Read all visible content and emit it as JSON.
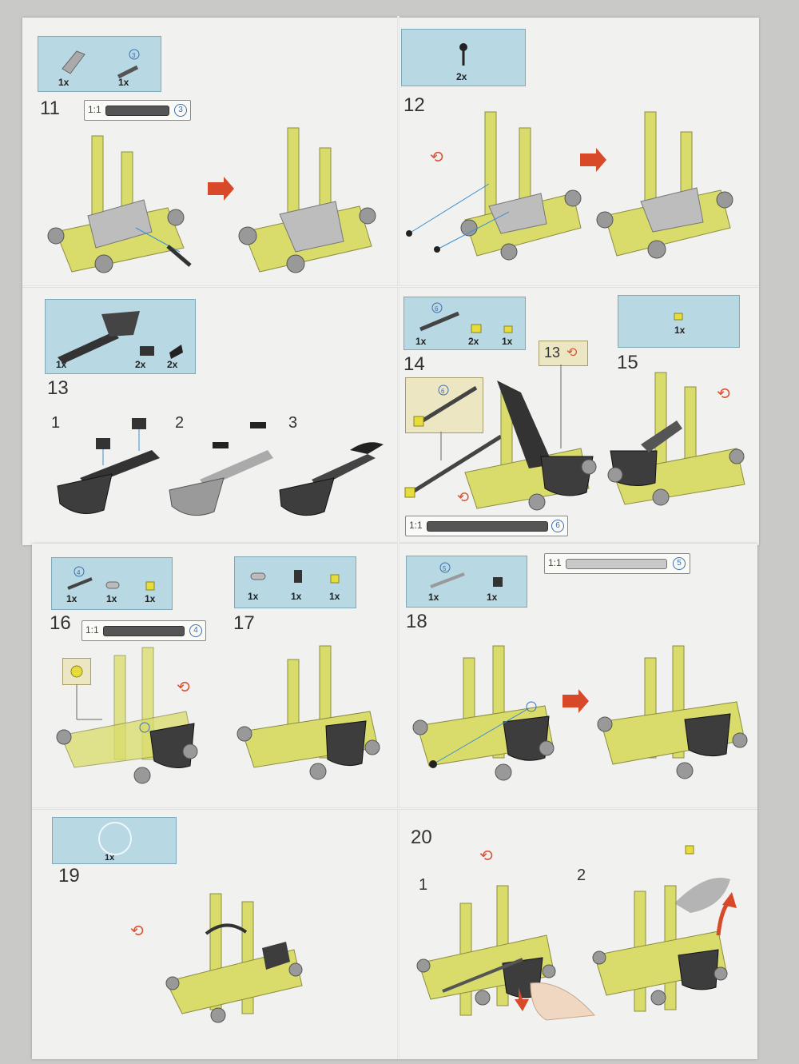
{
  "scale_label": "1:1",
  "steps": {
    "s11": {
      "number": "11",
      "parts": [
        "1x",
        "1x"
      ],
      "part_ref": "3"
    },
    "s12": {
      "number": "12",
      "parts": [
        "2x"
      ]
    },
    "s13": {
      "number": "13",
      "parts": [
        "1x",
        "2x",
        "2x"
      ],
      "substeps": [
        "1",
        "2",
        "3"
      ]
    },
    "s14": {
      "number": "14",
      "parts": [
        "1x",
        "2x",
        "1x"
      ],
      "part_ref": "6",
      "callout_ref": "13"
    },
    "s15": {
      "number": "15",
      "parts": [
        "1x"
      ]
    },
    "s16": {
      "number": "16",
      "parts": [
        "1x",
        "1x",
        "1x"
      ],
      "part_ref": "4"
    },
    "s17": {
      "number": "17",
      "parts": [
        "1x",
        "1x",
        "1x"
      ]
    },
    "s18": {
      "number": "18",
      "parts": [
        "1x",
        "1x"
      ],
      "part_ref": "5"
    },
    "s19": {
      "number": "19",
      "parts": [
        "1x"
      ]
    },
    "s20": {
      "number": "20",
      "substeps": [
        "1",
        "2"
      ]
    }
  },
  "colors": {
    "yellow": "#d9dc6a",
    "grey": "#b7b7b7",
    "dark": "#3d3d3d",
    "blue_box": "#b8d8e4",
    "arrow_red": "#d8492a"
  },
  "icons": [
    "rotate-icon",
    "arrow-right-icon",
    "hand-icon"
  ]
}
